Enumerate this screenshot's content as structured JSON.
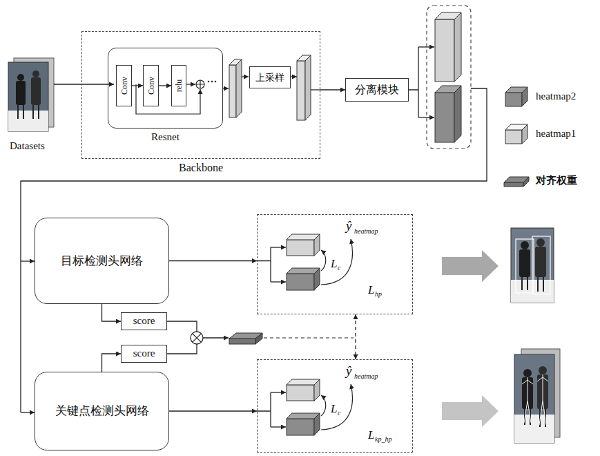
{
  "diagram": {
    "nodes": [
      {
        "text": [
          "Backbone"
        ]
      },
      {
        "text": [
          "Resnet"
        ],
        "in": 0
      },
      {
        "text": [
          "Conv"
        ],
        "in": 1
      },
      {
        "text": [
          "Conv"
        ],
        "in": 1
      },
      {
        "text": [
          "relu"
        ],
        "in": 1
      },
      {
        "text": [
          "上采样"
        ],
        "in": 0
      },
      {
        "text": [
          "分离模块"
        ]
      },
      {
        "text": [
          "目标检测头网络"
        ]
      },
      {
        "text": [
          "score"
        ]
      },
      {
        "text": [
          "score"
        ]
      },
      {
        "text": [
          "关键点检测头网络"
        ]
      },
      {
        "text": [
          "ŷ",
          "heatmap",
          "L",
          "c",
          "L",
          "hp"
        ]
      },
      {
        "text": [
          "ŷ",
          "heatmap",
          "L",
          "c",
          "L",
          "kp_hp"
        ]
      }
    ],
    "edges": [
      {
        "from": 2,
        "to": 3,
        "arrow": "to"
      },
      {
        "from": 3,
        "to": 4,
        "arrow": "to"
      },
      {
        "from": 0,
        "to": 6,
        "arrow": "to"
      },
      {
        "from": 7,
        "to": 8,
        "arrow": "to"
      },
      {
        "from": 10,
        "to": 9,
        "arrow": "to"
      },
      {
        "from": 7,
        "to": 11,
        "arrow": "to"
      },
      {
        "from": 10,
        "to": 12,
        "arrow": "to"
      },
      {
        "from": 11,
        "to": 12,
        "arrow": "both"
      }
    ],
    "labels": [
      "Datasets"
    ],
    "legend": [
      {
        "text": "heatmap2",
        "color": "#8c8c8c"
      },
      {
        "text": "heatmap1",
        "color": "#d4d4d4"
      },
      {
        "text": "对齐权重",
        "color": "#767676"
      }
    ]
  }
}
